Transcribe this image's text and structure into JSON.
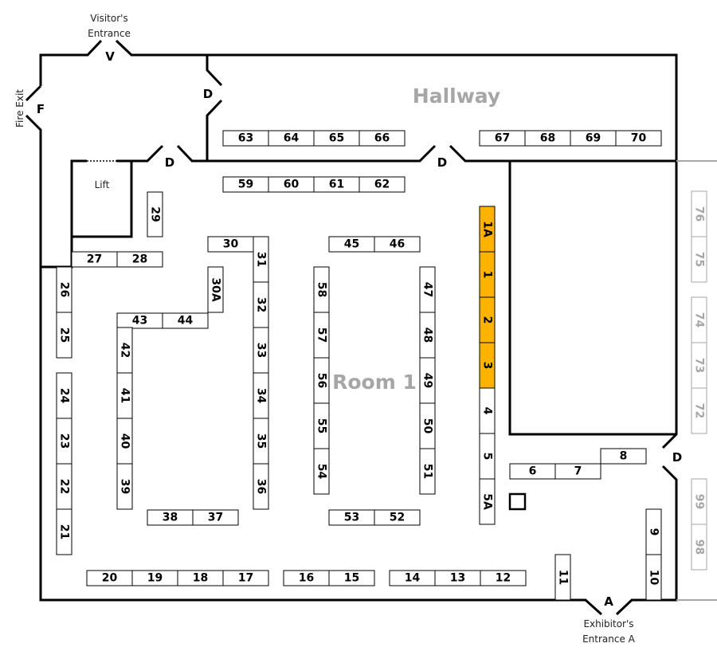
{
  "labels": {
    "hallway": "Hallway",
    "room": "Room 1",
    "lift": "Lift",
    "visitors_entrance": [
      "Visitor's",
      "Entrance"
    ],
    "exhibitors_entrance": [
      "Exhibitor's",
      "Entrance A"
    ],
    "fire_exit": "Fire Exit",
    "door_v": "V",
    "door_f": "F",
    "door_a": "A",
    "door_d": "D"
  },
  "colors": {
    "highlight": "#ffb300",
    "available": "#ffffff",
    "inactive": "#a6a6a6"
  },
  "booths": {
    "highlighted": [
      "1A",
      "1",
      "2",
      "3"
    ],
    "inactive": [
      "76",
      "75",
      "74",
      "73",
      "72",
      "99",
      "98"
    ],
    "all": [
      "63",
      "64",
      "65",
      "66",
      "67",
      "68",
      "69",
      "70",
      "59",
      "60",
      "61",
      "62",
      "30",
      "45",
      "46",
      "27",
      "28",
      "43",
      "44",
      "38",
      "37",
      "53",
      "52",
      "6",
      "7",
      "8",
      "20",
      "19",
      "18",
      "17",
      "16",
      "15",
      "14",
      "13",
      "12",
      "29",
      "31",
      "32",
      "33",
      "34",
      "35",
      "36",
      "30A",
      "26",
      "25",
      "24",
      "23",
      "22",
      "21",
      "42",
      "41",
      "40",
      "39",
      "58",
      "57",
      "56",
      "55",
      "54",
      "47",
      "48",
      "49",
      "50",
      "51",
      "1A",
      "1",
      "2",
      "3",
      "4",
      "5",
      "5A",
      "11",
      "9",
      "10",
      "76",
      "75",
      "74",
      "73",
      "72",
      "99",
      "98"
    ]
  }
}
